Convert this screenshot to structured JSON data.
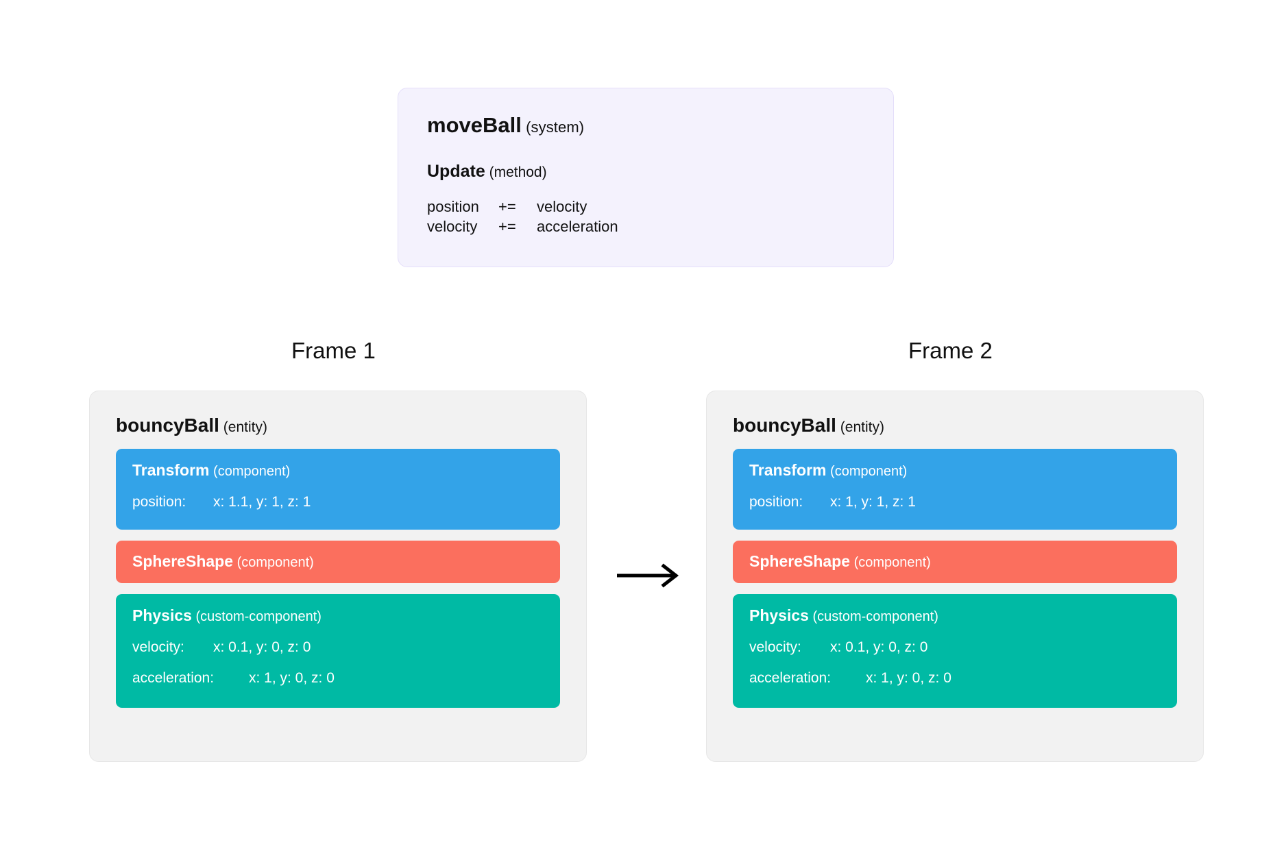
{
  "system": {
    "name": "moveBall",
    "kind": "(system)",
    "method_name": "Update",
    "method_kind": "(method)",
    "formulas": [
      {
        "lhs": "position",
        "op": "+=",
        "rhs": "velocity"
      },
      {
        "lhs": "velocity",
        "op": "+=",
        "rhs": "acceleration"
      }
    ]
  },
  "frames": [
    {
      "label": "Frame 1",
      "entity_name": "bouncyBall",
      "entity_kind": "(entity)",
      "components": [
        {
          "name": "Transform",
          "kind": "(component)",
          "color": "#33a3e8",
          "rows": [
            {
              "key": "position:",
              "value": "x: 1.1, y: 1, z: 1"
            }
          ]
        },
        {
          "name": "SphereShape",
          "kind": "(component)",
          "color": "#fb6f5e",
          "rows": []
        },
        {
          "name": "Physics",
          "kind": "(custom-component)",
          "color": "#00baa4",
          "rows": [
            {
              "key": "velocity:",
              "value": "x: 0.1, y: 0, z: 0"
            },
            {
              "key": "acceleration:",
              "value": "x: 1, y: 0, z: 0"
            }
          ]
        }
      ]
    },
    {
      "label": "Frame 2",
      "entity_name": "bouncyBall",
      "entity_kind": "(entity)",
      "components": [
        {
          "name": "Transform",
          "kind": "(component)",
          "color": "#33a3e8",
          "rows": [
            {
              "key": "position:",
              "value": "x: 1, y: 1, z: 1"
            }
          ]
        },
        {
          "name": "SphereShape",
          "kind": "(component)",
          "color": "#fb6f5e",
          "rows": []
        },
        {
          "name": "Physics",
          "kind": "(custom-component)",
          "color": "#00baa4",
          "rows": [
            {
              "key": "velocity:",
              "value": "x: 0.1, y: 0, z: 0"
            },
            {
              "key": "acceleration:",
              "value": "x: 1, y: 0, z: 0"
            }
          ]
        }
      ]
    }
  ],
  "transition": {
    "icon": "right-arrow-icon"
  },
  "colors": {
    "system_bg": "#f4f2fd",
    "system_border": "#e4defa",
    "card_bg": "#f2f2f2",
    "card_border": "#e6e6e6",
    "transform": "#33a3e8",
    "sphere_shape": "#fb6f5e",
    "physics": "#00baa4",
    "text": "#111111",
    "page_bg": "#ffffff"
  }
}
